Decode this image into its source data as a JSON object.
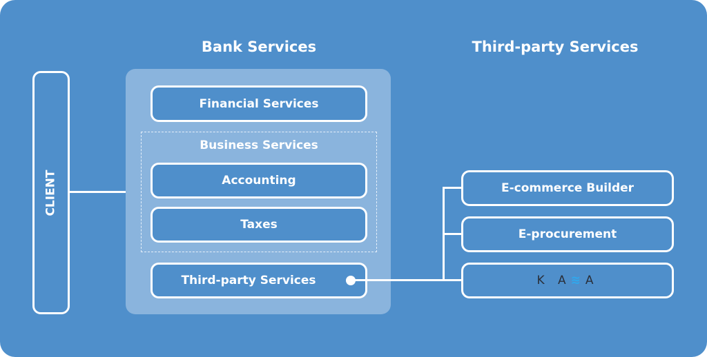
{
  "headings": {
    "bank": "Bank Services",
    "third_party": "Third-party Services"
  },
  "client": "CLIENT",
  "bank": {
    "financial": "Financial Services",
    "business_group": "Business Services",
    "accounting": "Accounting",
    "taxes": "Taxes",
    "third_party": "Third-party Services"
  },
  "third_party": {
    "ecommerce": "E-commerce Builder",
    "eprocurement": "E-procurement",
    "kawa_logo": "KAWA"
  },
  "colors": {
    "background": "#4f8fcb",
    "panel": "#8ab4dd",
    "line": "#ffffff"
  }
}
